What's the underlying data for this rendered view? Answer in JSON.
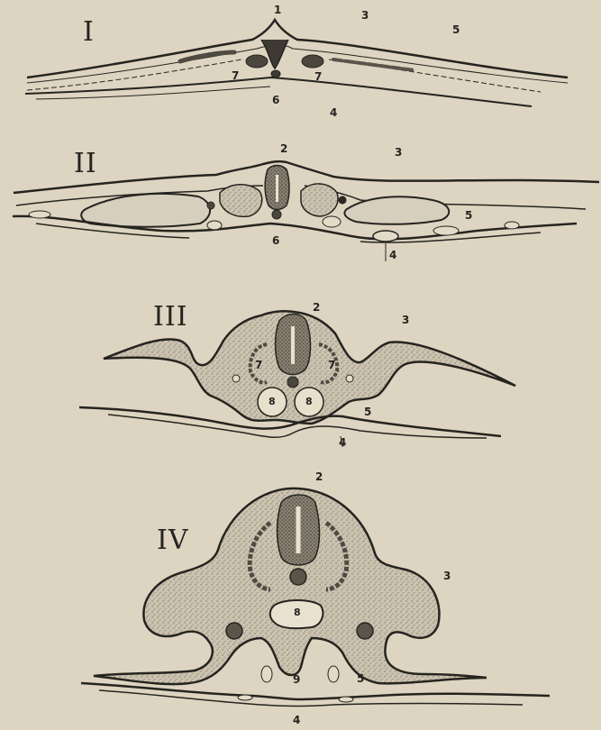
{
  "sections": {
    "s1": {
      "roman": "I",
      "labels": {
        "l1": "1",
        "l3": "3",
        "l5": "5",
        "l7a": "7",
        "l6": "6",
        "l7b": "7",
        "l4": "4"
      }
    },
    "s2": {
      "roman": "II",
      "labels": {
        "l2": "2",
        "l3": "3",
        "l5": "5",
        "l6": "6",
        "l4": "4"
      }
    },
    "s3": {
      "roman": "III",
      "labels": {
        "l2": "2",
        "l3": "3",
        "l7a": "7",
        "l7b": "7",
        "l8a": "8",
        "l8b": "8",
        "l5": "5",
        "l4": "4"
      }
    },
    "s4": {
      "roman": "IV",
      "labels": {
        "l2": "2",
        "l3": "3",
        "l8": "8",
        "l9": "9",
        "l5": "5",
        "l4": "4"
      }
    }
  },
  "colors": {
    "paper": "#ddd5c1",
    "ink": "#262420",
    "tissue": "#c9c1ae",
    "stipple": "#7e776a",
    "neural": "#5a544b"
  }
}
